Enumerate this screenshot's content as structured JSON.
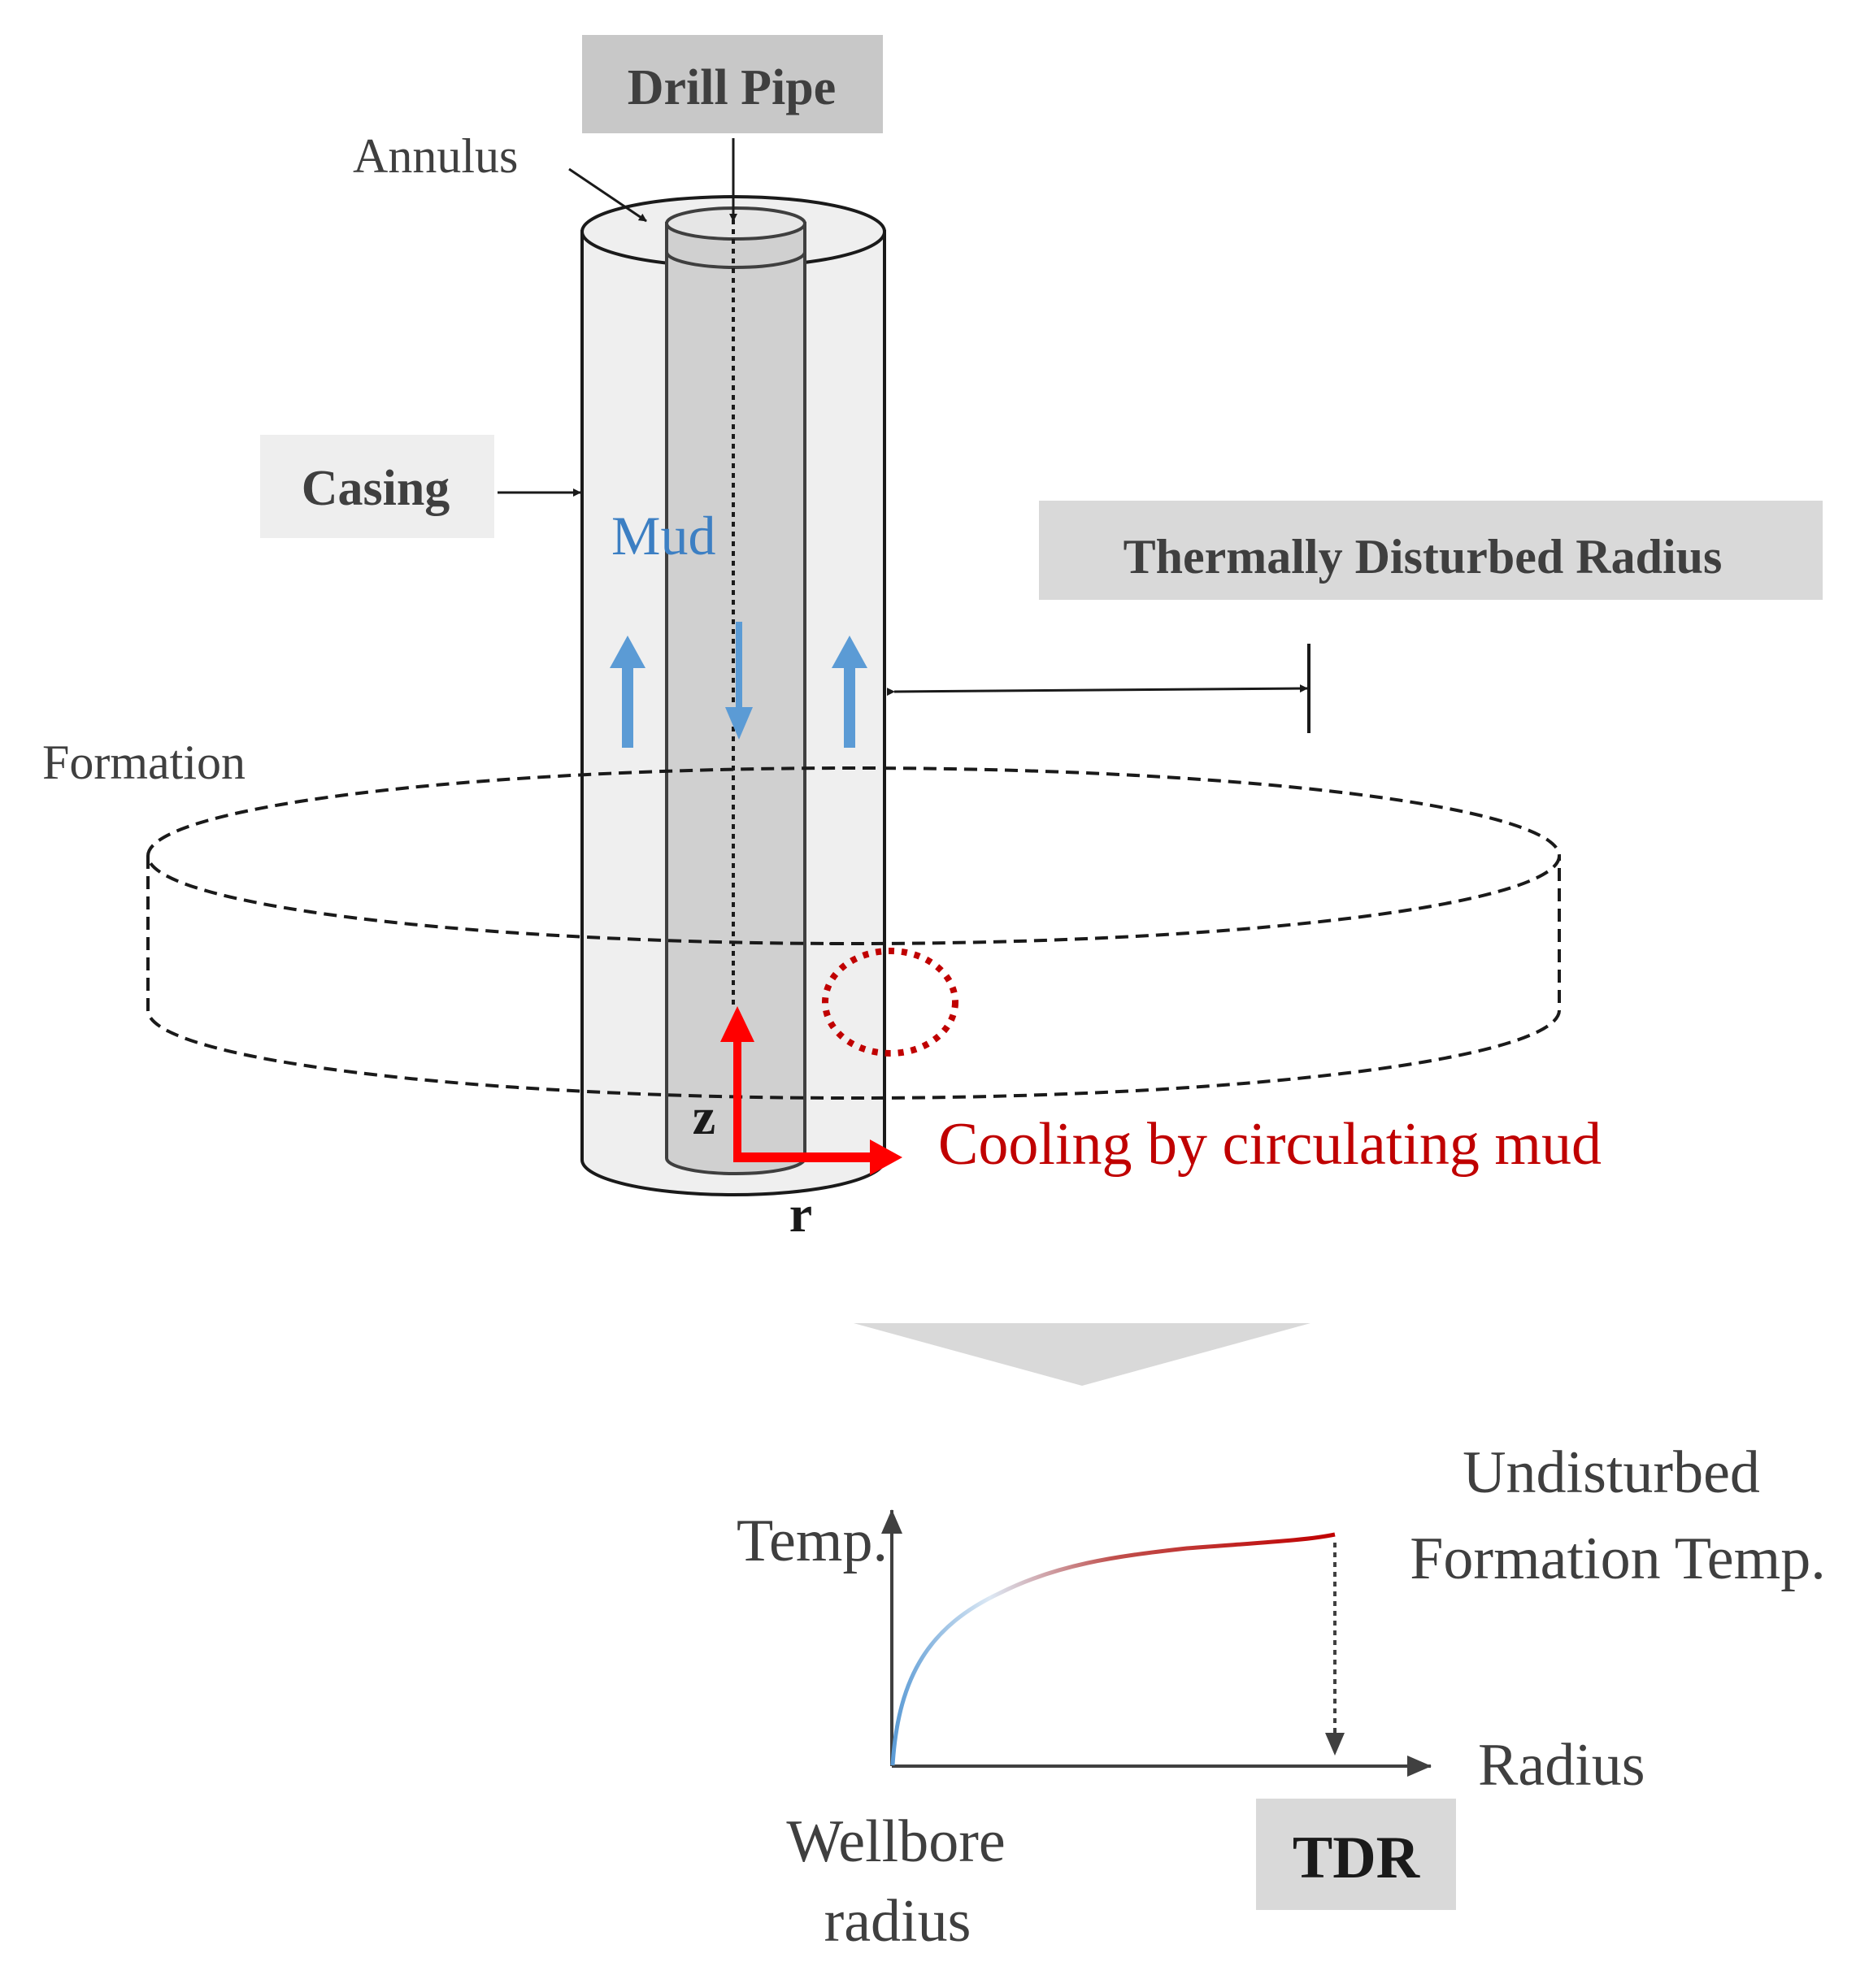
{
  "labels": {
    "drill_pipe": "Drill Pipe",
    "annulus": "Annulus",
    "casing": "Casing",
    "mud": "Mud",
    "tdr_title": "Thermally Disturbed Radius",
    "formation": "Formation",
    "axis_z": "z",
    "axis_r": "r",
    "cooling": "Cooling by circulating mud",
    "temp_axis": "Temp.",
    "radius_axis": "Radius",
    "undisturbed_line1": "Undisturbed",
    "undisturbed_line2": "Formation Temp.",
    "wellbore_line1": "Wellbore",
    "wellbore_line2": "radius",
    "tdr": "TDR"
  },
  "colors": {
    "text": "#3f3f3f",
    "box_gray": "#c8c8c8",
    "box_light": "#eeeeee",
    "mud_blue": "#3c7fc3",
    "flow_arrow_blue": "#5b9bd5",
    "cooling_red": "#c00000",
    "axis_red": "#ff0000",
    "curve_start": "#5b9bd5",
    "curve_end": "#c00000"
  }
}
